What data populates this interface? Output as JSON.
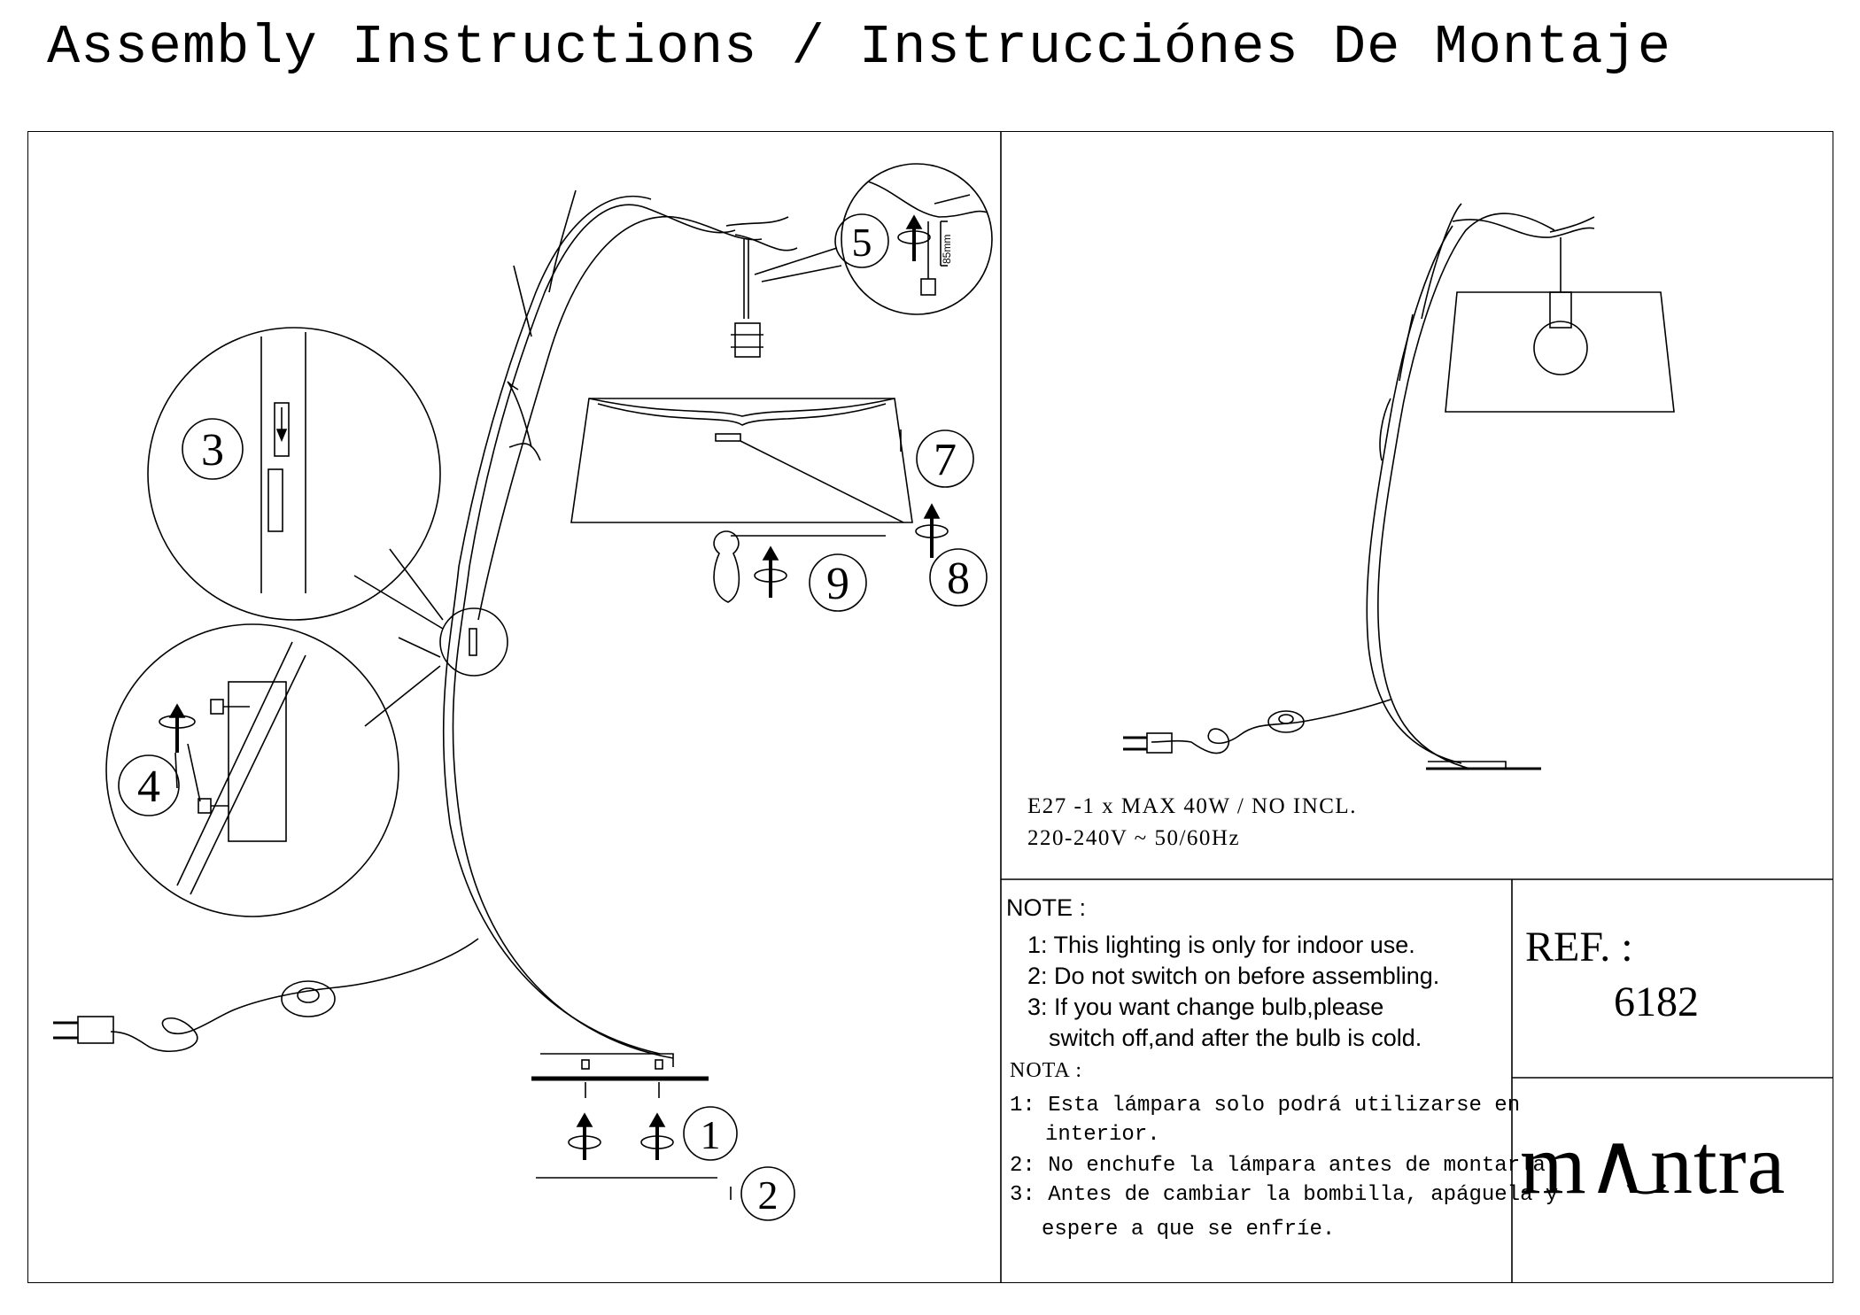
{
  "title": "Assembly Instructions / Instrucciónes De Montaje",
  "steps": [
    "1",
    "2",
    "3",
    "4",
    "5",
    "7",
    "8",
    "9"
  ],
  "dimension_label": "85mm",
  "spec": {
    "line1": "E27 -1 x MAX 40W / NO  INCL.",
    "line2": "220-240V ~ 50/60Hz"
  },
  "note": {
    "heading": "NOTE :",
    "items": [
      "1: This lighting is only for indoor use.",
      "2: Do not switch on before assembling.",
      "3: If you want change bulb,please",
      "switch off,and after the bulb is cold."
    ]
  },
  "nota": {
    "heading": "NOTA :",
    "items": [
      "1: Esta lámpara solo podrá utilizarse en",
      "interior.",
      "2: No enchufe la lámpara antes de montarla.",
      "3: Antes de cambiar la bombilla, apáguela y",
      "espere a que se enfríe."
    ]
  },
  "ref": {
    "label": "REF. :",
    "value": "6182"
  },
  "brand": {
    "name": "mantra",
    "logo_text": "m∧ntra"
  }
}
